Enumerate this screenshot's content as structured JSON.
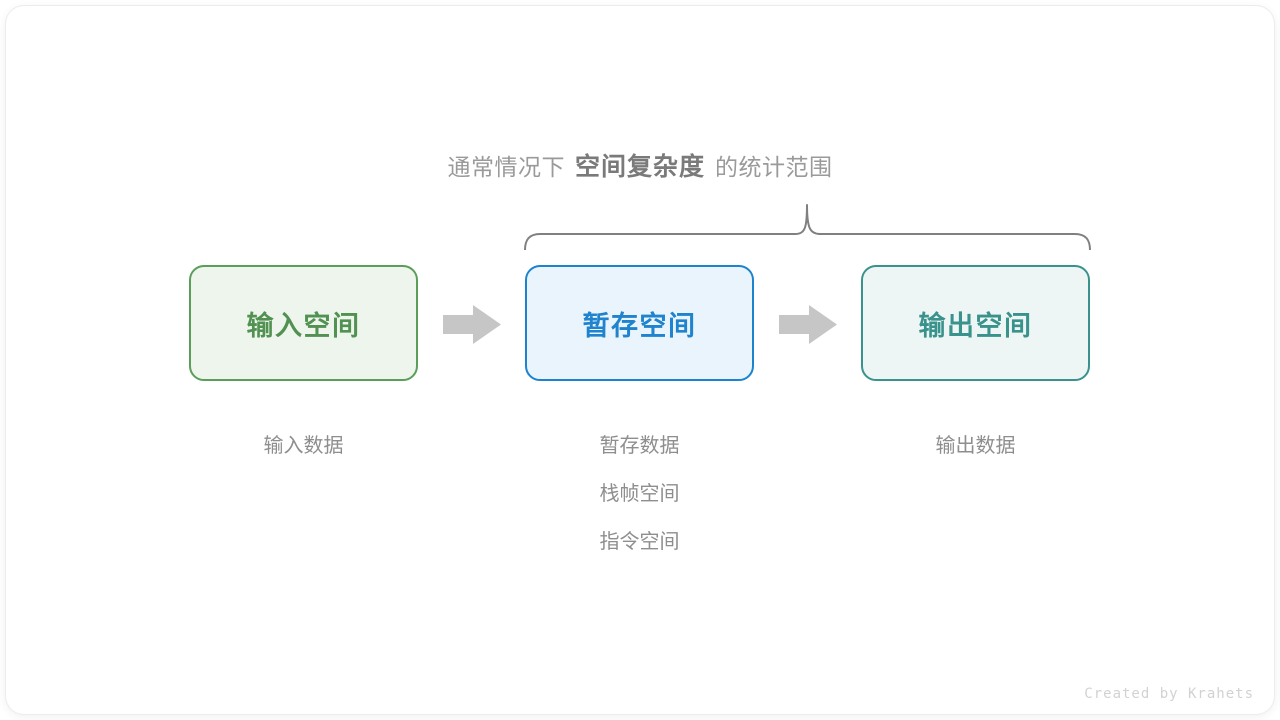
{
  "figure": {
    "heading": {
      "prefix": "通常情况下",
      "emphasis": "空间复杂度",
      "suffix": "的统计范围"
    },
    "brace": {
      "name": "scope-brace",
      "color": "#808080",
      "spans_boxes": [
        "暂存空间",
        "输出空间"
      ]
    },
    "stages": [
      {
        "id": "input",
        "box_label": "输入空间",
        "text_color": "#519151",
        "border_color": "#5a9e5a",
        "fill_color": "#eef5ed",
        "captions": [
          "输入数据"
        ]
      },
      {
        "id": "temp",
        "box_label": "暂存空间",
        "text_color": "#1f83ce",
        "border_color": "#1c83ce",
        "fill_color": "#eaf4fc",
        "captions": [
          "暂存数据",
          "栈帧空间",
          "指令空间"
        ]
      },
      {
        "id": "output",
        "box_label": "输出空间",
        "text_color": "#3a928c",
        "border_color": "#3a928c",
        "fill_color": "#eef6f5",
        "captions": [
          "输出数据"
        ]
      }
    ],
    "arrows": [
      {
        "id": "arrow-input-to-temp",
        "color": "#c6c6c6"
      },
      {
        "id": "arrow-temp-to-output",
        "color": "#c6c6c6"
      }
    ],
    "watermark": "Created by Krahets"
  }
}
